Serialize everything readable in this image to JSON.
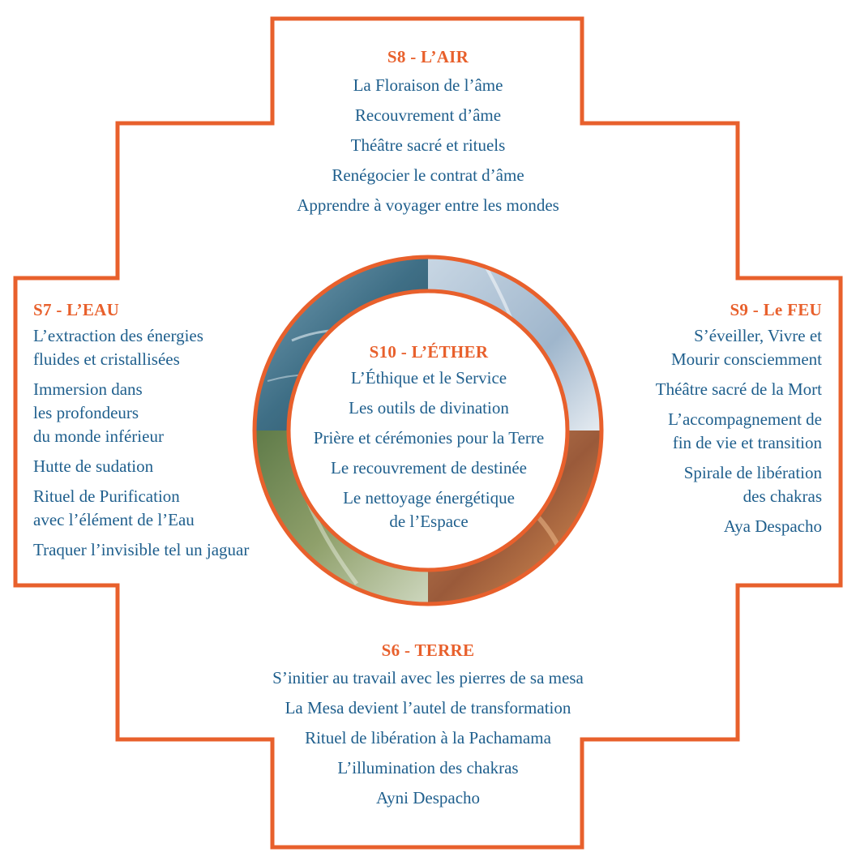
{
  "colors": {
    "accent": "#e8602c",
    "text": "#1f5f8d",
    "background": "#ffffff"
  },
  "sections": {
    "s8": {
      "title": "S8 - L’AIR",
      "items": [
        "La Floraison de l’âme",
        "Recouvrement d’âme",
        "Théâtre sacré et rituels",
        "Renégocier le contrat d’âme",
        "Apprendre à voyager entre les mondes"
      ]
    },
    "s7": {
      "title": "S7 - L’EAU",
      "items": [
        "L’extraction des énergies\nfluides et cristallisées",
        "Immersion dans\nles profondeurs\ndu monde inférieur",
        "Hutte de sudation",
        "Rituel de Purification\navec l’élément de l’Eau",
        "Traquer l’invisible tel un jaguar"
      ]
    },
    "s9": {
      "title": "S9 - Le FEU",
      "items": [
        "S’éveiller, Vivre et\nMourir consciemment",
        "Théâtre sacré de la Mort",
        "L’accompagnement de\nfin de vie et transition",
        "Spirale de libération\ndes chakras",
        "Aya Despacho"
      ]
    },
    "s10": {
      "title": "S10 - L’ÉTHER",
      "items": [
        "L’Éthique et le Service",
        "Les outils de divination",
        "Prière et cérémonies pour la Terre",
        "Le recouvrement de destinée",
        "Le nettoyage énergétique\nde l’Espace"
      ]
    },
    "s6": {
      "title": "S6 - TERRE",
      "items": [
        "S’initier au travail avec les pierres de sa mesa",
        "La Mesa devient l’autel de transformation",
        "Rituel de libération à la Pachamama",
        "L’illumination des chakras",
        "Ayni Despacho"
      ]
    }
  }
}
